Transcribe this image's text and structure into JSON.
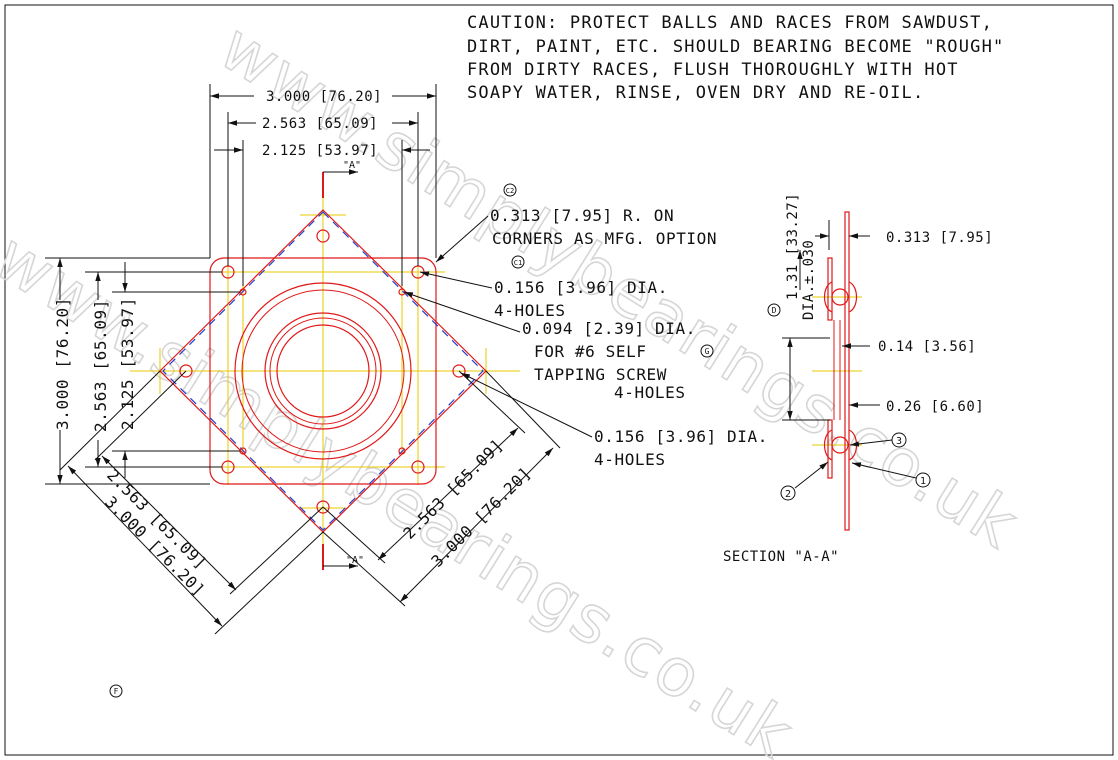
{
  "caution_lines": [
    "CAUTION: PROTECT BALLS AND RACES FROM SAWDUST,",
    "DIRT, PAINT, ETC. SHOULD BEARING BECOME \"ROUGH\"",
    "FROM DIRTY RACES, FLUSH THOROUGHLY WITH HOT",
    "SOAPY WATER, RINSE, OVEN DRY AND RE-OIL."
  ],
  "watermark_lines": [
    "www.simplybearings.co.uk",
    "www.simplybearings.co.uk"
  ],
  "top_dims": [
    "3.000 [76.20]",
    "2.563 [65.09]",
    "2.125 [53.97]"
  ],
  "left_dims": [
    "3.000 [76.20]",
    "2.563 [65.09]",
    "2.125 [53.97]"
  ],
  "diag_left_dims": [
    "2.563 [65.09]",
    "3.000 [76.20]"
  ],
  "diag_right_dims": [
    "2.563 [65.09]",
    "3.000 [76.20]"
  ],
  "section_marker": "\"A\"",
  "callouts": {
    "corner_radius": [
      "0.313 [7.95] R. ON",
      "CORNERS AS MFG. OPTION"
    ],
    "holes_top": [
      "0.156 [3.96] DIA.",
      "4-HOLES"
    ],
    "screw_holes": [
      "0.094 [2.39] DIA.",
      "FOR #6 SELF",
      "TAPPING SCREW",
      "4-HOLES"
    ],
    "holes_bottom": [
      "0.156 [3.96] DIA.",
      "4-HOLES"
    ]
  },
  "section": {
    "title": "SECTION \"A-A\"",
    "dim_thickness": "0.313 [7.95]",
    "dim_height": [
      "1.31 [33.27]",
      "DIA.±.030"
    ],
    "dim_mid": "0.14 [3.56]",
    "dim_low": "0.26 [6.60]",
    "parts": [
      "1",
      "2",
      "3"
    ]
  },
  "symbols": {
    "c2": "C2",
    "c1": "C1",
    "d": "D",
    "g": "G",
    "f": "F"
  }
}
